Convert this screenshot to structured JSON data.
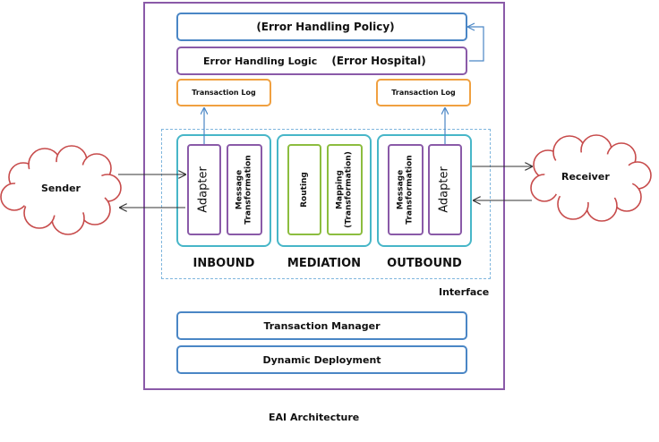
{
  "error_policy": "(Error Handling Policy)",
  "error_logic": "Error Handling Logic",
  "error_hospital": "(Error Hospital)",
  "transaction_log_left": "Transaction Log",
  "transaction_log_right": "Transaction Log",
  "inbound": {
    "title": "INBOUND",
    "adapter": "Adapter",
    "message_transformation_line1": "Message",
    "message_transformation_line2": "Transformation"
  },
  "mediation": {
    "title": "MEDIATION",
    "routing": "Routing",
    "mapping_line1": "Mapping",
    "mapping_line2": "(Transformation)"
  },
  "outbound": {
    "title": "OUTBOUND",
    "adapter": "Adapter",
    "message_transformation_line1": "Message",
    "message_transformation_line2": "Transformation"
  },
  "interface_label": "Interface",
  "transaction_manager": "Transaction Manager",
  "dynamic_deployment": "Dynamic Deployment",
  "sender": "Sender",
  "receiver": "Receiver",
  "caption": "EAI Architecture"
}
